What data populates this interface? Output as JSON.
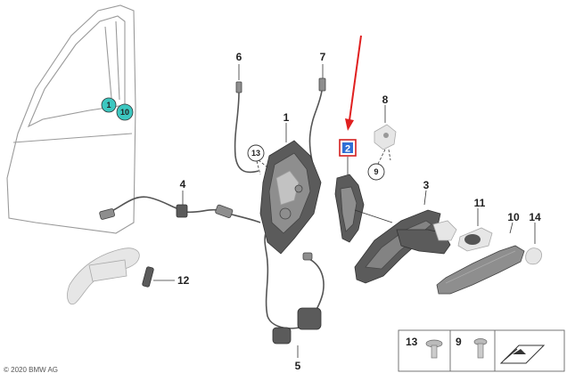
{
  "callouts": {
    "c1": "1",
    "c2": "2",
    "c3": "3",
    "c4": "4",
    "c5": "5",
    "c6": "6",
    "c7": "7",
    "c8": "8",
    "c9": "9",
    "c10": "10",
    "c11": "11",
    "c12": "12",
    "c13": "13",
    "c14": "14"
  },
  "door_markers": {
    "m1": "1",
    "m10": "10"
  },
  "circled_refs": {
    "r13": "13",
    "r9": "9"
  },
  "legend": {
    "n13": "13",
    "n9": "9"
  },
  "copyright": "© 2020 BMW AG",
  "colors": {
    "accent_arrow": "#e02020",
    "highlight_box": "#d42020",
    "highlight_fill": "#2f6fd6",
    "marker_fill": "#3cc7c0"
  }
}
